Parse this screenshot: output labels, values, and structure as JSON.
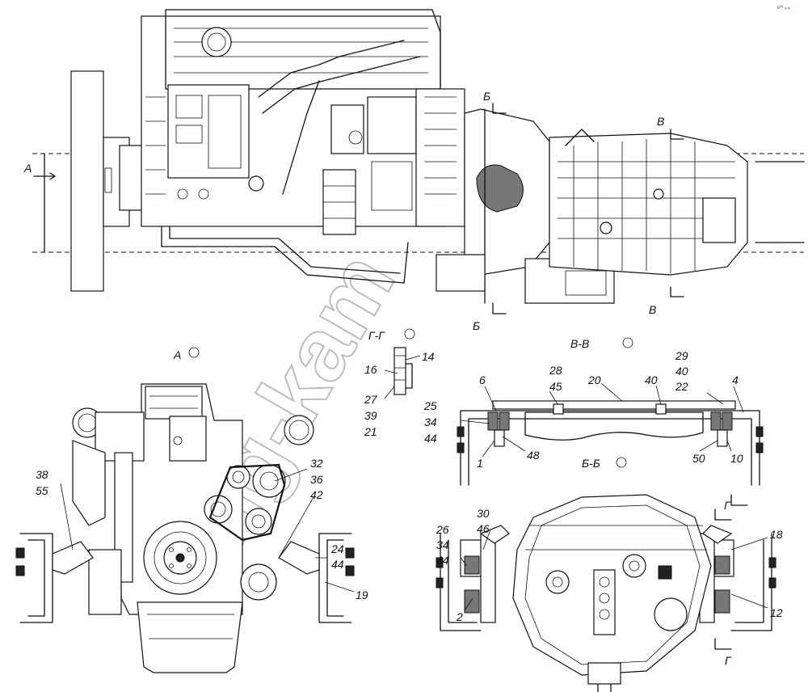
{
  "watermark": "dvig-kam",
  "corner_mark": "ɛ²⁶ ₀₀₀",
  "views": {
    "A": "А",
    "B": "Б",
    "V": "В",
    "G": "Г",
    "section_GG": "Г-Г",
    "section_VV": "В-В",
    "section_BB": "Б-Б"
  },
  "callouts": {
    "c1": "1",
    "c2": "2",
    "c4": "4",
    "c6": "6",
    "c10": "10",
    "c12": "12",
    "c14": "14",
    "c16": "16",
    "c18": "18",
    "c19": "19",
    "c20": "20",
    "c21": "21",
    "c22": "22",
    "c24": "24",
    "c25": "25",
    "c26": "26",
    "c27": "27",
    "c28": "28",
    "c29": "29",
    "c30": "30",
    "c32": "32",
    "c34a": "34",
    "c34b": "34",
    "c36": "36",
    "c38": "38",
    "c39": "39",
    "c40a": "40",
    "c40b": "40",
    "c42": "42",
    "c44a": "44",
    "c44b": "44",
    "c44c": "44",
    "c45": "45",
    "c46": "46",
    "c48": "48",
    "c50": "50",
    "c55": "55"
  }
}
